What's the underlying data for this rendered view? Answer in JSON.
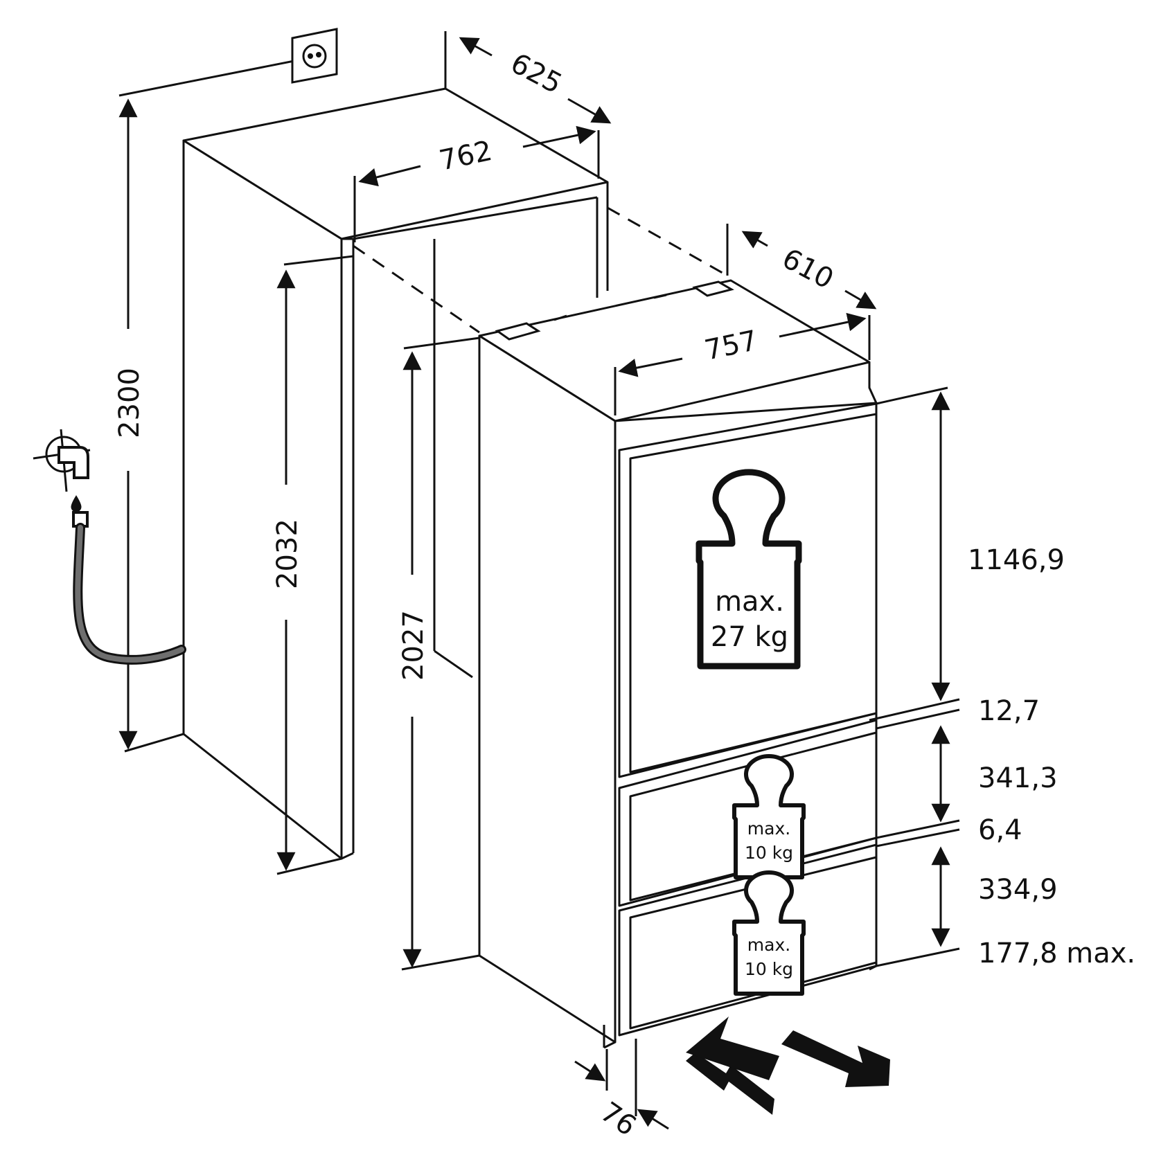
{
  "dimensions": {
    "niche_height": "2300",
    "niche_depth": "625",
    "niche_width": "762",
    "niche_inner_height": "2032",
    "appliance_height": "2027",
    "appliance_depth": "610",
    "appliance_width": "757",
    "door_upper": "1146,9",
    "gap_1": "12,7",
    "drawer_1": "341,3",
    "gap_2": "6,4",
    "drawer_2": "334,9",
    "plinth": "177,8 max.",
    "door_offset": "76"
  },
  "loads": {
    "upper_door": {
      "line1": "max.",
      "line2": "27 kg"
    },
    "drawer_1": {
      "line1": "max.",
      "line2": "10 kg"
    },
    "drawer_2": {
      "line1": "max.",
      "line2": "10 kg"
    }
  },
  "icons": [
    "power-socket-icon",
    "water-tap-icon",
    "water-hose",
    "weight-icon",
    "push-arrow-icon",
    "pull-arrow-icon"
  ],
  "colors": {
    "line": "#111111",
    "hose": "#6e6e6e"
  }
}
